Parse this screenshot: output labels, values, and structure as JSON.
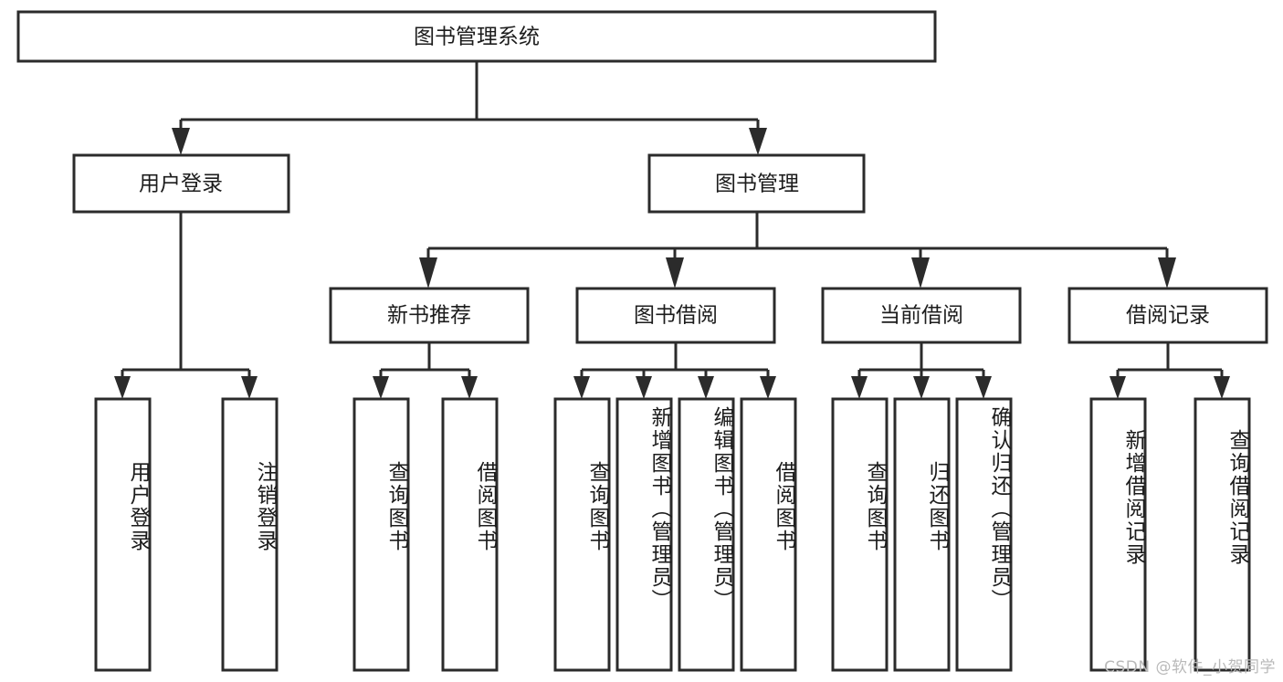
{
  "diagram": {
    "title": "图书管理系统",
    "type": "tree-hierarchy-chart",
    "watermark": "CSDN @软件_小贺同学",
    "colors": {
      "stroke": "#2b2b2b",
      "fill": "#ffffff",
      "text": "#1c1c1c",
      "watermark": "#b9b9b9",
      "background": "#ffffff"
    },
    "root": {
      "label": "图书管理系统"
    },
    "level2": [
      {
        "label": "用户登录"
      },
      {
        "label": "图书管理"
      }
    ],
    "level3": [
      {
        "label": "新书推荐"
      },
      {
        "label": "图书借阅"
      },
      {
        "label": "当前借阅"
      },
      {
        "label": "借阅记录"
      }
    ],
    "leaves": {
      "user_login": [
        {
          "label": "用户登录"
        },
        {
          "label": "注销登录"
        }
      ],
      "new_book_recommend": [
        {
          "label": "查询图书"
        },
        {
          "label": "借阅图书"
        }
      ],
      "book_borrow": [
        {
          "label": "查询图书"
        },
        {
          "label": "新增图书（管理员）"
        },
        {
          "label": "编辑图书（管理员）"
        },
        {
          "label": "借阅图书"
        }
      ],
      "current_borrow": [
        {
          "label": "查询图书"
        },
        {
          "label": "归还图书"
        },
        {
          "label": "确认归还（管理员）"
        }
      ],
      "borrow_records": [
        {
          "label": "新增借阅记录"
        },
        {
          "label": "查询借阅记录"
        }
      ]
    }
  }
}
